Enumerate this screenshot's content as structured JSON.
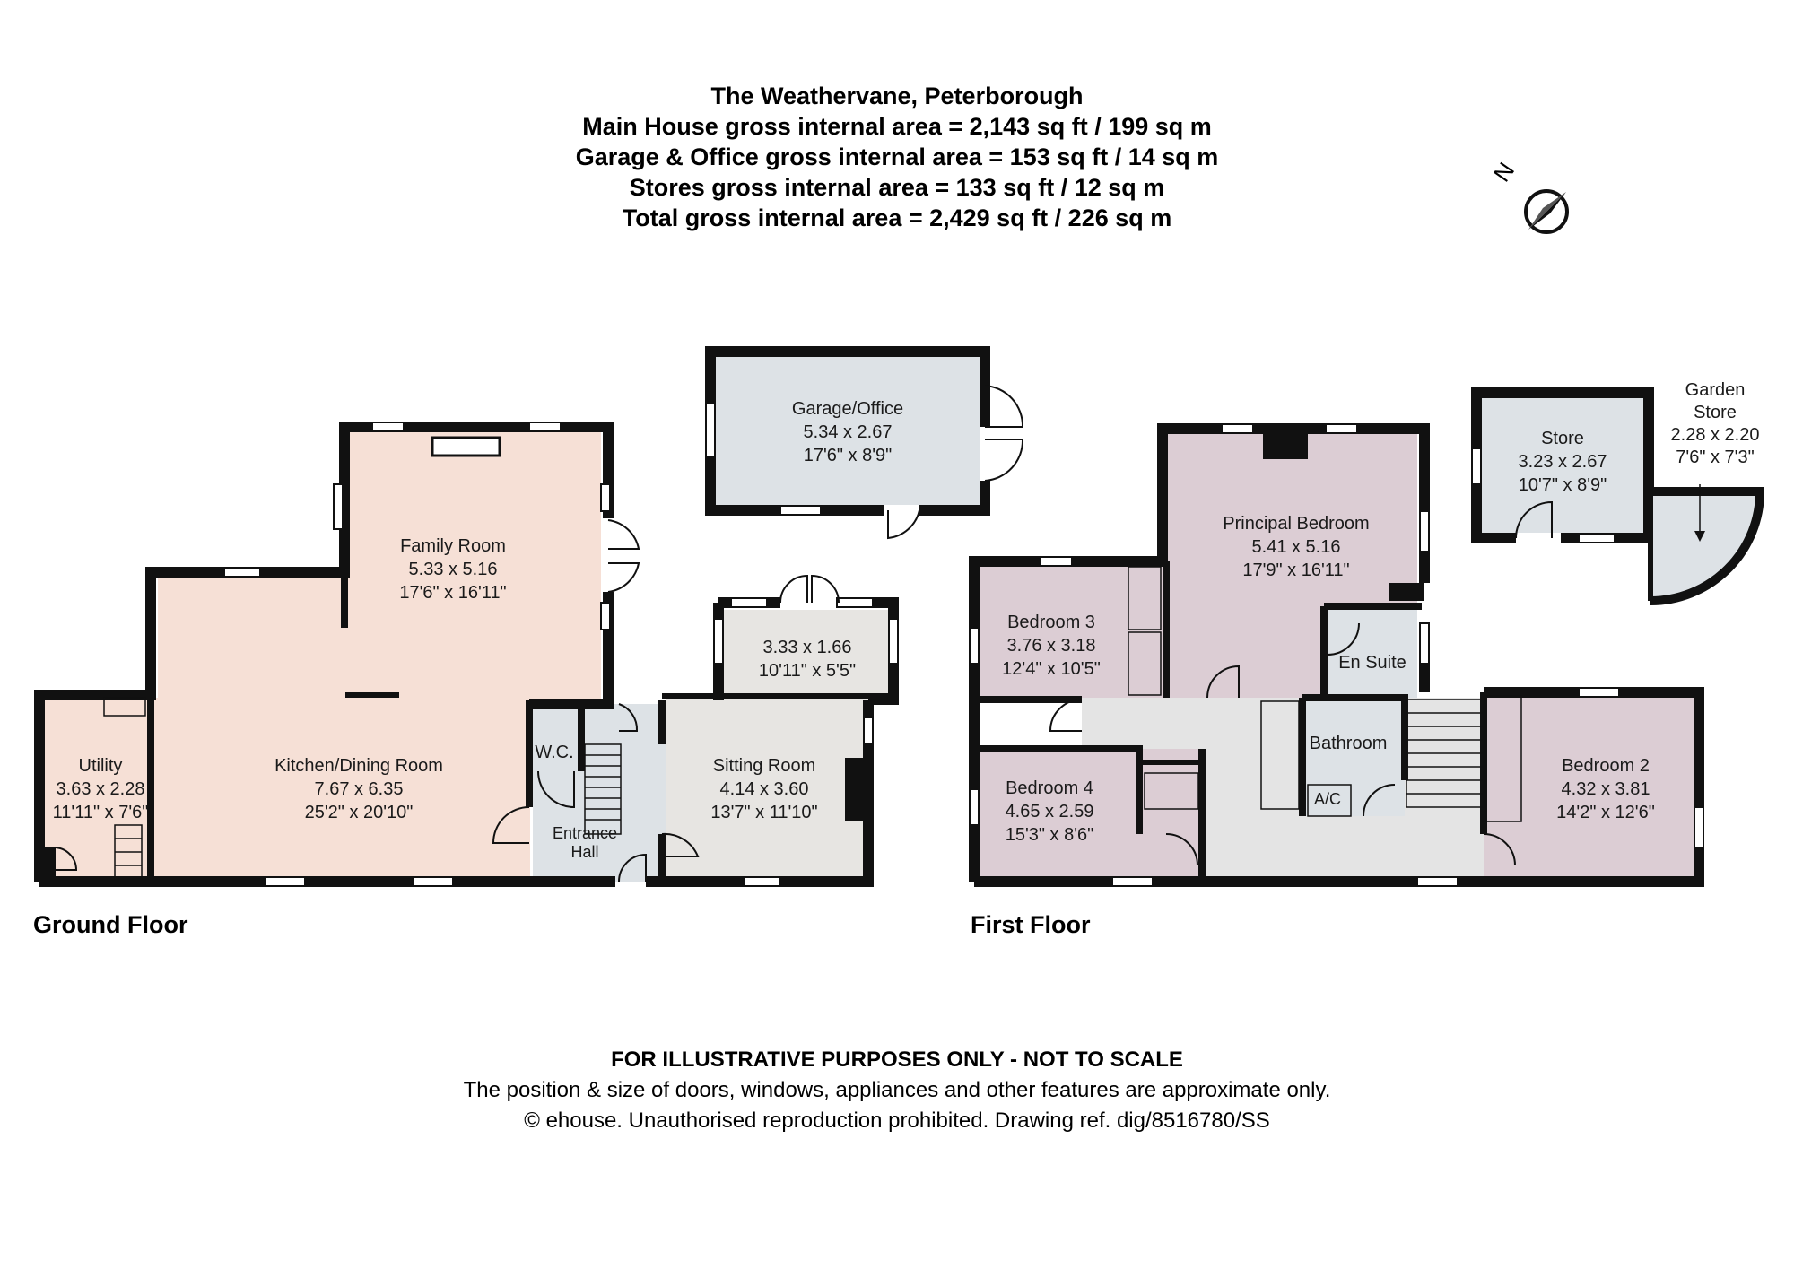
{
  "header": {
    "title": "The Weathervane, Peterborough",
    "line1": "Main House gross internal area = 2,143 sq ft / 199 sq m",
    "line2": "Garage & Office gross internal area = 153 sq ft / 14 sq m",
    "line3": "Stores gross internal area = 133 sq ft / 12 sq m",
    "line4": "Total gross internal area = 2,429 sq ft / 226 sq m"
  },
  "compass": {
    "letter": "N"
  },
  "floors": {
    "ground": "Ground Floor",
    "first": "First Floor"
  },
  "rooms": {
    "family": {
      "name": "Family Room",
      "metric": "5.33 x 5.16",
      "imperial": "17'6\" x 16'11\""
    },
    "kitchen": {
      "name": "Kitchen/Dining Room",
      "metric": "7.67 x 6.35",
      "imperial": "25'2\" x 20'10\""
    },
    "utility": {
      "name": "Utility",
      "metric": "3.63 x 2.28",
      "imperial": "11'11\" x 7'6\""
    },
    "wc": {
      "name": "W.C."
    },
    "entrance": {
      "line1": "Entrance",
      "line2": "Hall"
    },
    "sitting": {
      "name": "Sitting Room",
      "metric": "4.14 x 3.60",
      "imperial": "13'7\" x 11'10\""
    },
    "sunroom": {
      "metric": "3.33 x 1.66",
      "imperial": "10'11\" x 5'5\""
    },
    "garage": {
      "name": "Garage/Office",
      "metric": "5.34 x 2.67",
      "imperial": "17'6\" x 8'9\""
    },
    "principal": {
      "name": "Principal Bedroom",
      "metric": "5.41 x 5.16",
      "imperial": "17'9\" x 16'11\""
    },
    "bedroom3": {
      "name": "Bedroom 3",
      "metric": "3.76 x 3.18",
      "imperial": "12'4\" x 10'5\""
    },
    "bedroom4": {
      "name": "Bedroom 4",
      "metric": "4.65 x 2.59",
      "imperial": "15'3\" x 8'6\""
    },
    "bedroom2": {
      "name": "Bedroom 2",
      "metric": "4.32 x 3.81",
      "imperial": "14'2\" x 12'6\""
    },
    "ensuite": {
      "name": "En Suite"
    },
    "bathroom": {
      "name": "Bathroom"
    },
    "ac": {
      "name": "A/C"
    },
    "store": {
      "name": "Store",
      "metric": "3.23 x 2.67",
      "imperial": "10'7\" x 8'9\""
    },
    "garden": {
      "line1": "Garden",
      "line2": "Store",
      "metric": "2.28 x 2.20",
      "imperial": "7'6\" x 7'3\""
    }
  },
  "colors": {
    "wall": "#111111",
    "living": "#f6e0d6",
    "service": "#dde2e6",
    "bedroom": "#dccdd4",
    "landing": "#e4e4e4",
    "sitting": "#e7e5e2"
  },
  "footer": {
    "line1": "FOR ILLUSTRATIVE PURPOSES ONLY - NOT TO SCALE",
    "line2": "The position & size of doors, windows, appliances and other features are approximate only.",
    "line3": "© ehouse. Unauthorised reproduction prohibited. Drawing ref. dig/8516780/SS"
  }
}
